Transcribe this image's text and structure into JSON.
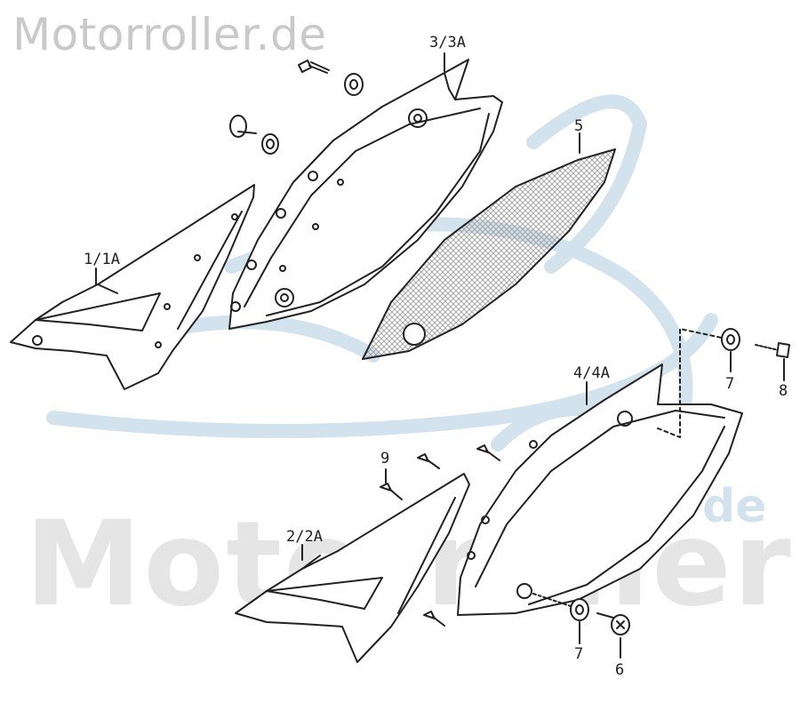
{
  "watermark": {
    "top_text": "Motorroller.de",
    "big_text": "Motorroller",
    "suffix_text": "de"
  },
  "callouts": {
    "part_1": "1/1A",
    "part_2": "2/2A",
    "part_3": "3/3A",
    "part_4": "4/4A",
    "part_5": "5",
    "part_6": "6",
    "part_7_upper": "7",
    "part_7_lower": "7",
    "part_8": "8",
    "part_9": "9"
  },
  "colors": {
    "line": "#222222",
    "watermark_text": "#c9c9c9",
    "watermark_logo": "#d3e3ee"
  }
}
